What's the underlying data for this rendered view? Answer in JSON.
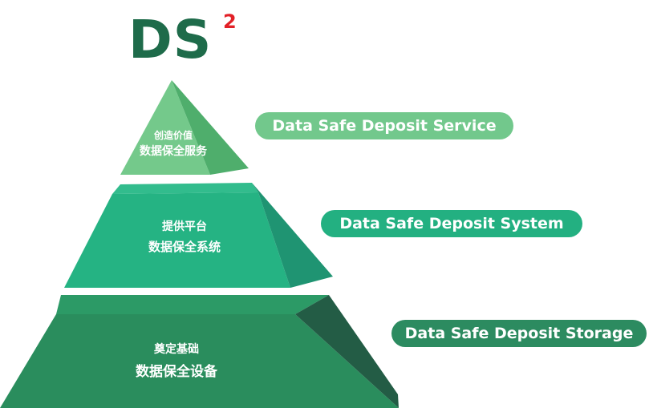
{
  "logo": {
    "main": "DS",
    "superscript": "2"
  },
  "colors": {
    "logo": "#1e6b4a",
    "superscript": "#e22027",
    "top_front": "#74c98b",
    "top_side": "#4fae6c",
    "mid_top": "#32bc8d",
    "mid_front": "#25b383",
    "mid_side": "#1f9472",
    "bot_top": "#2c9a66",
    "bot_front": "#2a8d5d",
    "bot_side": "#235c45",
    "pill_top": "#72c88c",
    "pill_mid": "#23b081",
    "pill_bot": "#2c8b60"
  },
  "tiers": [
    {
      "line1": "创造价值",
      "line2": "数据保全服务",
      "label": "Data Safe Deposit Service"
    },
    {
      "line1": "提供平台",
      "line2": "数据保全系统",
      "label": "Data Safe Deposit System"
    },
    {
      "line1": "奠定基础",
      "line2": "数据保全设备",
      "label": "Data Safe Deposit Storage"
    }
  ]
}
